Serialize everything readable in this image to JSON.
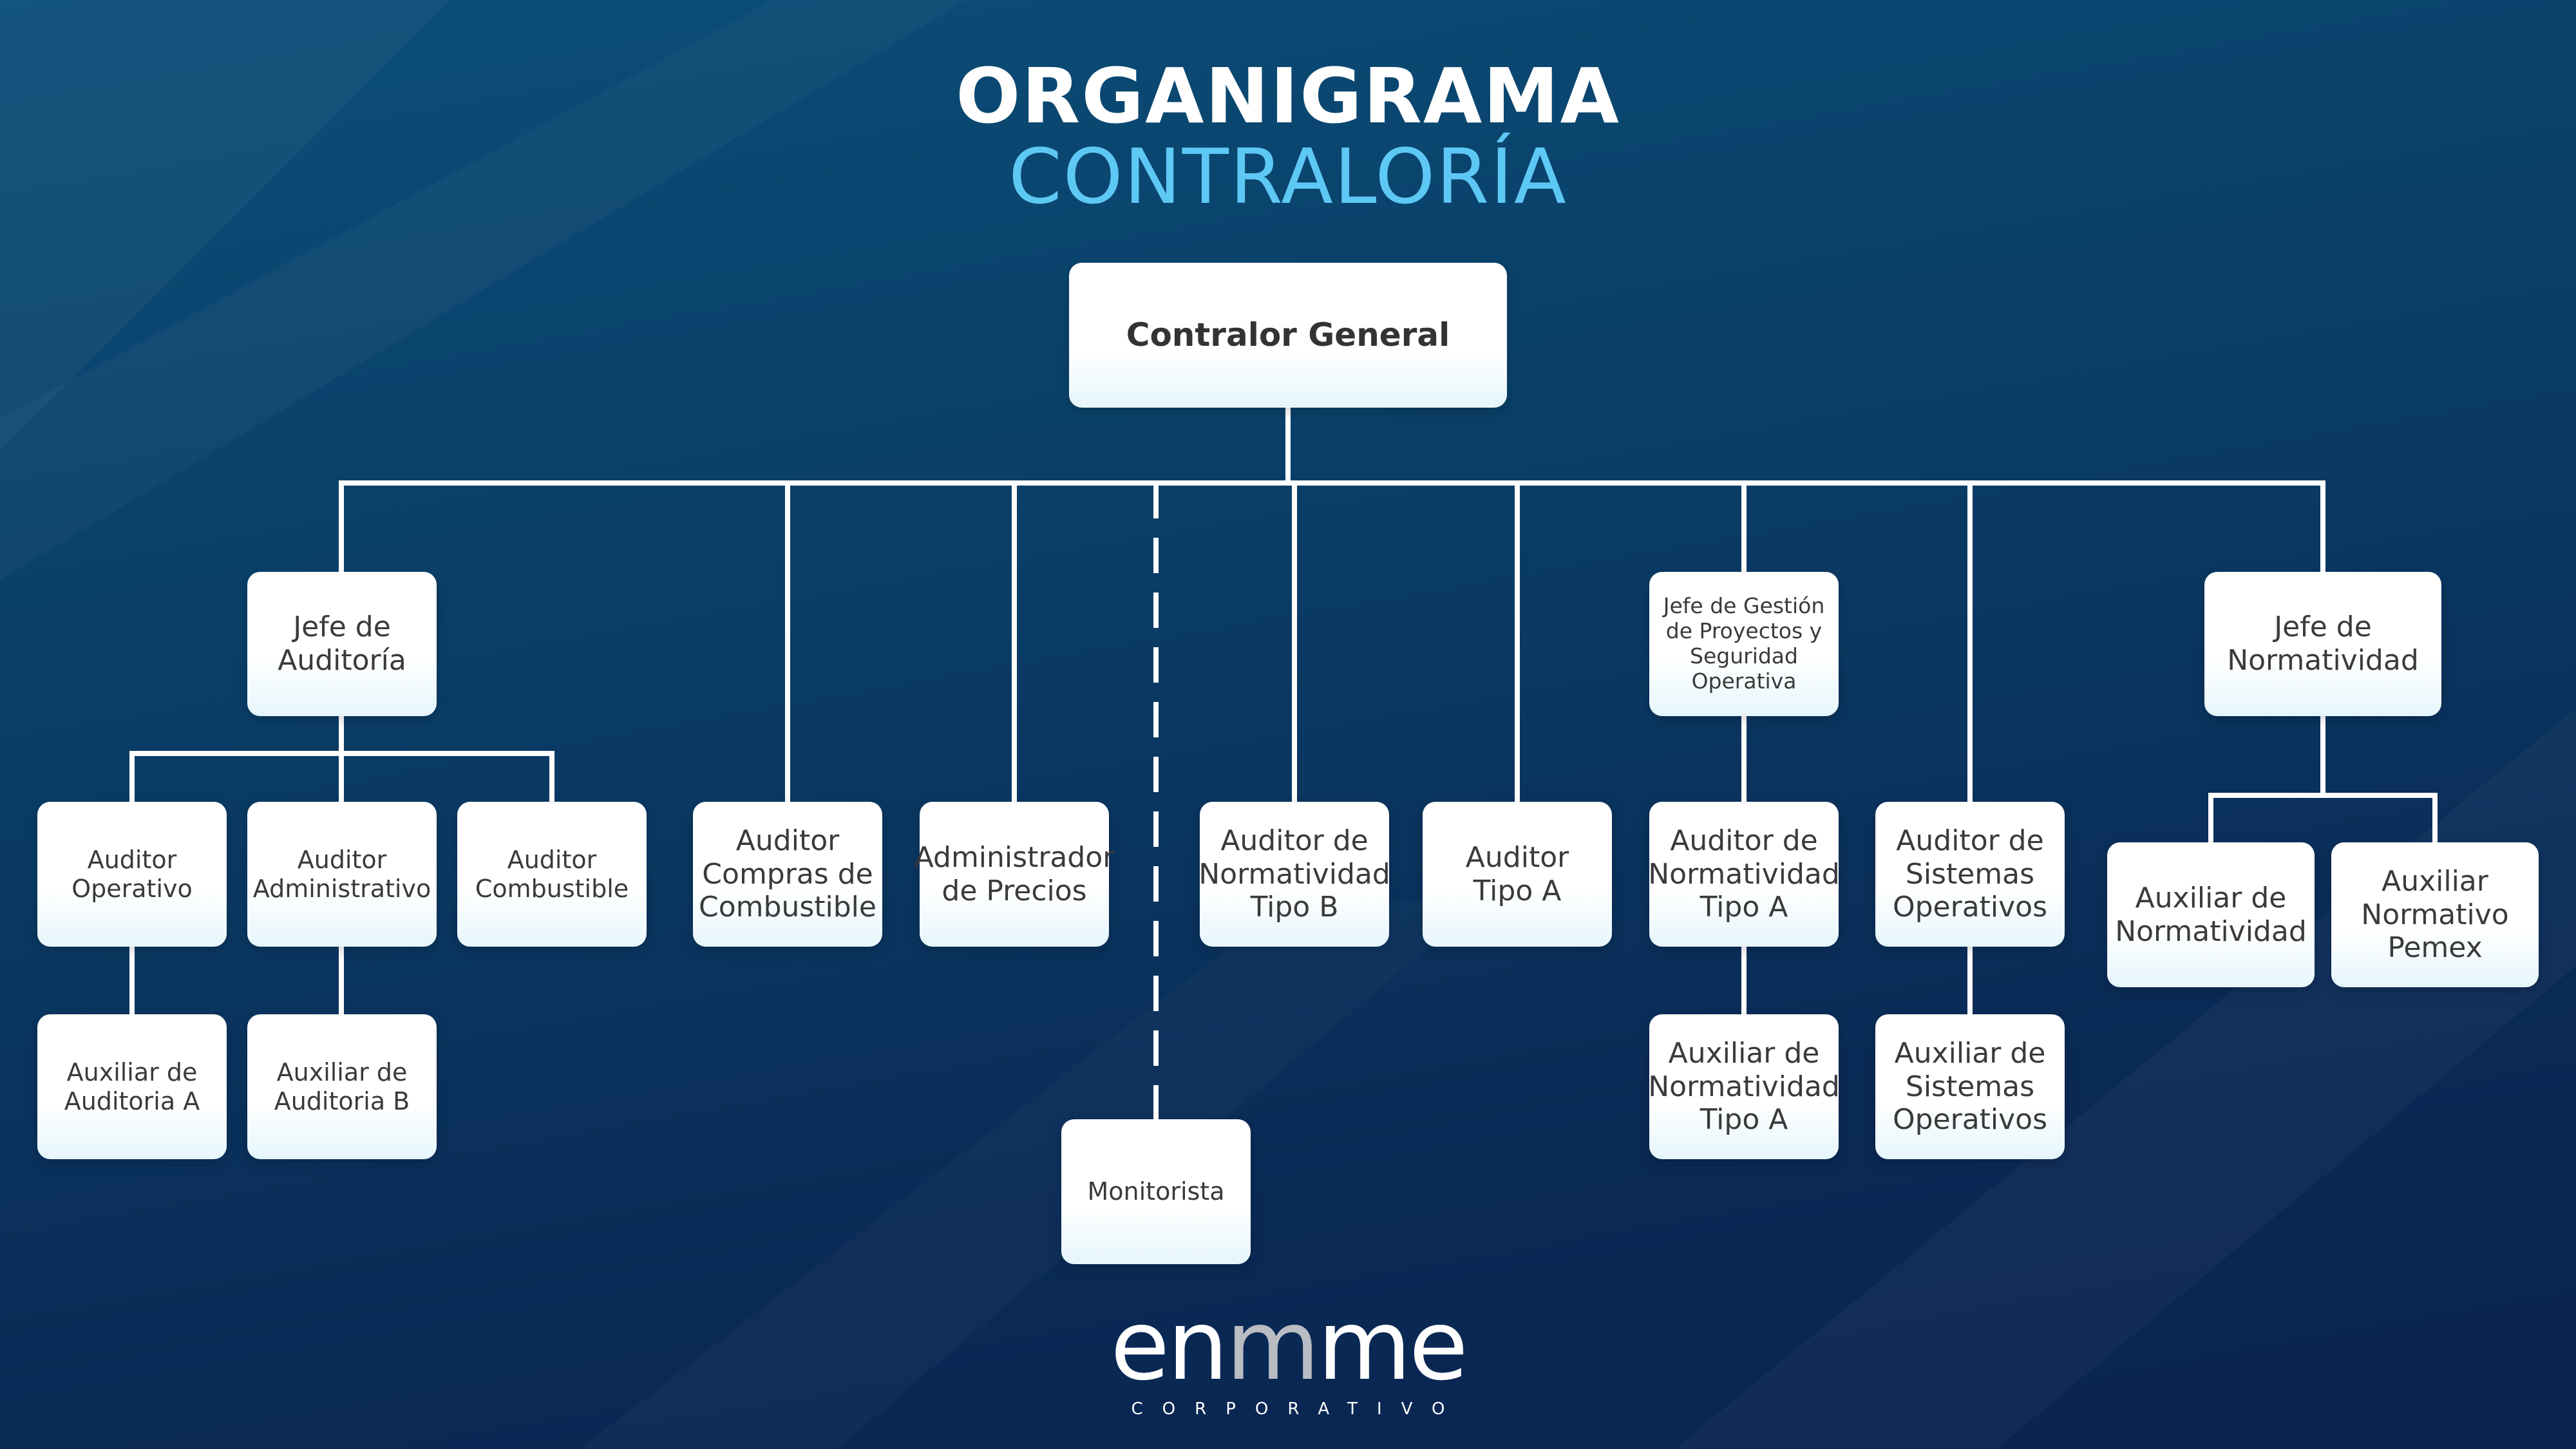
{
  "title": {
    "line1": "ORGANIGRAMA",
    "line2": "CONTRALORÍA"
  },
  "nodes": {
    "contralor_general": "Contralor General",
    "jefe_auditoria": "Jefe de\nAuditoría",
    "auditor_operativo": "Auditor\nOperativo",
    "auditor_administrativo": "Auditor\nAdministrativo",
    "auditor_combustible": "Auditor\nCombustible",
    "auxiliar_auditoria_a": "Auxiliar de\nAuditoria A",
    "auxiliar_auditoria_b": "Auxiliar de\nAuditoria B",
    "auditor_compras_combustible": "Auditor\nCompras de\nCombustible",
    "administrador_precios": "Administrador\nde Precios",
    "monitorista": "Monitorista",
    "auditor_normatividad_tipo_b": "Auditor de\nNormatividad\nTipo B",
    "auditor_tipo_a": "Auditor\nTipo A",
    "jefe_gestion_proyectos": "Jefe de Gestión\nde Proyectos y\nSeguridad\nOperativa",
    "auditor_normatividad_tipo_a": "Auditor de\nNormatividad\nTipo A",
    "auxiliar_normatividad_tipo_a": "Auxiliar de\nNormatividad\nTipo A",
    "auditor_sistemas_operativos": "Auditor de\nSistemas\nOperativos",
    "auxiliar_sistemas_operativos": "Auxiliar de\nSistemas\nOperativos",
    "jefe_normatividad": "Jefe de\nNormatividad",
    "auxiliar_normatividad": "Auxiliar de\nNormatividad",
    "auxiliar_normativo_pemex": "Auxiliar\nNormativo\nPemex"
  },
  "logo": {
    "part1": "en",
    "part2": "m",
    "part3": "me",
    "subtitle": "CORPORATIVO"
  },
  "colors": {
    "title": "#ffffff",
    "subtitle": "#5ec8f5",
    "lines": "#ffffff",
    "node_bg": "#ffffff",
    "node_text": "#3a3a3a"
  }
}
